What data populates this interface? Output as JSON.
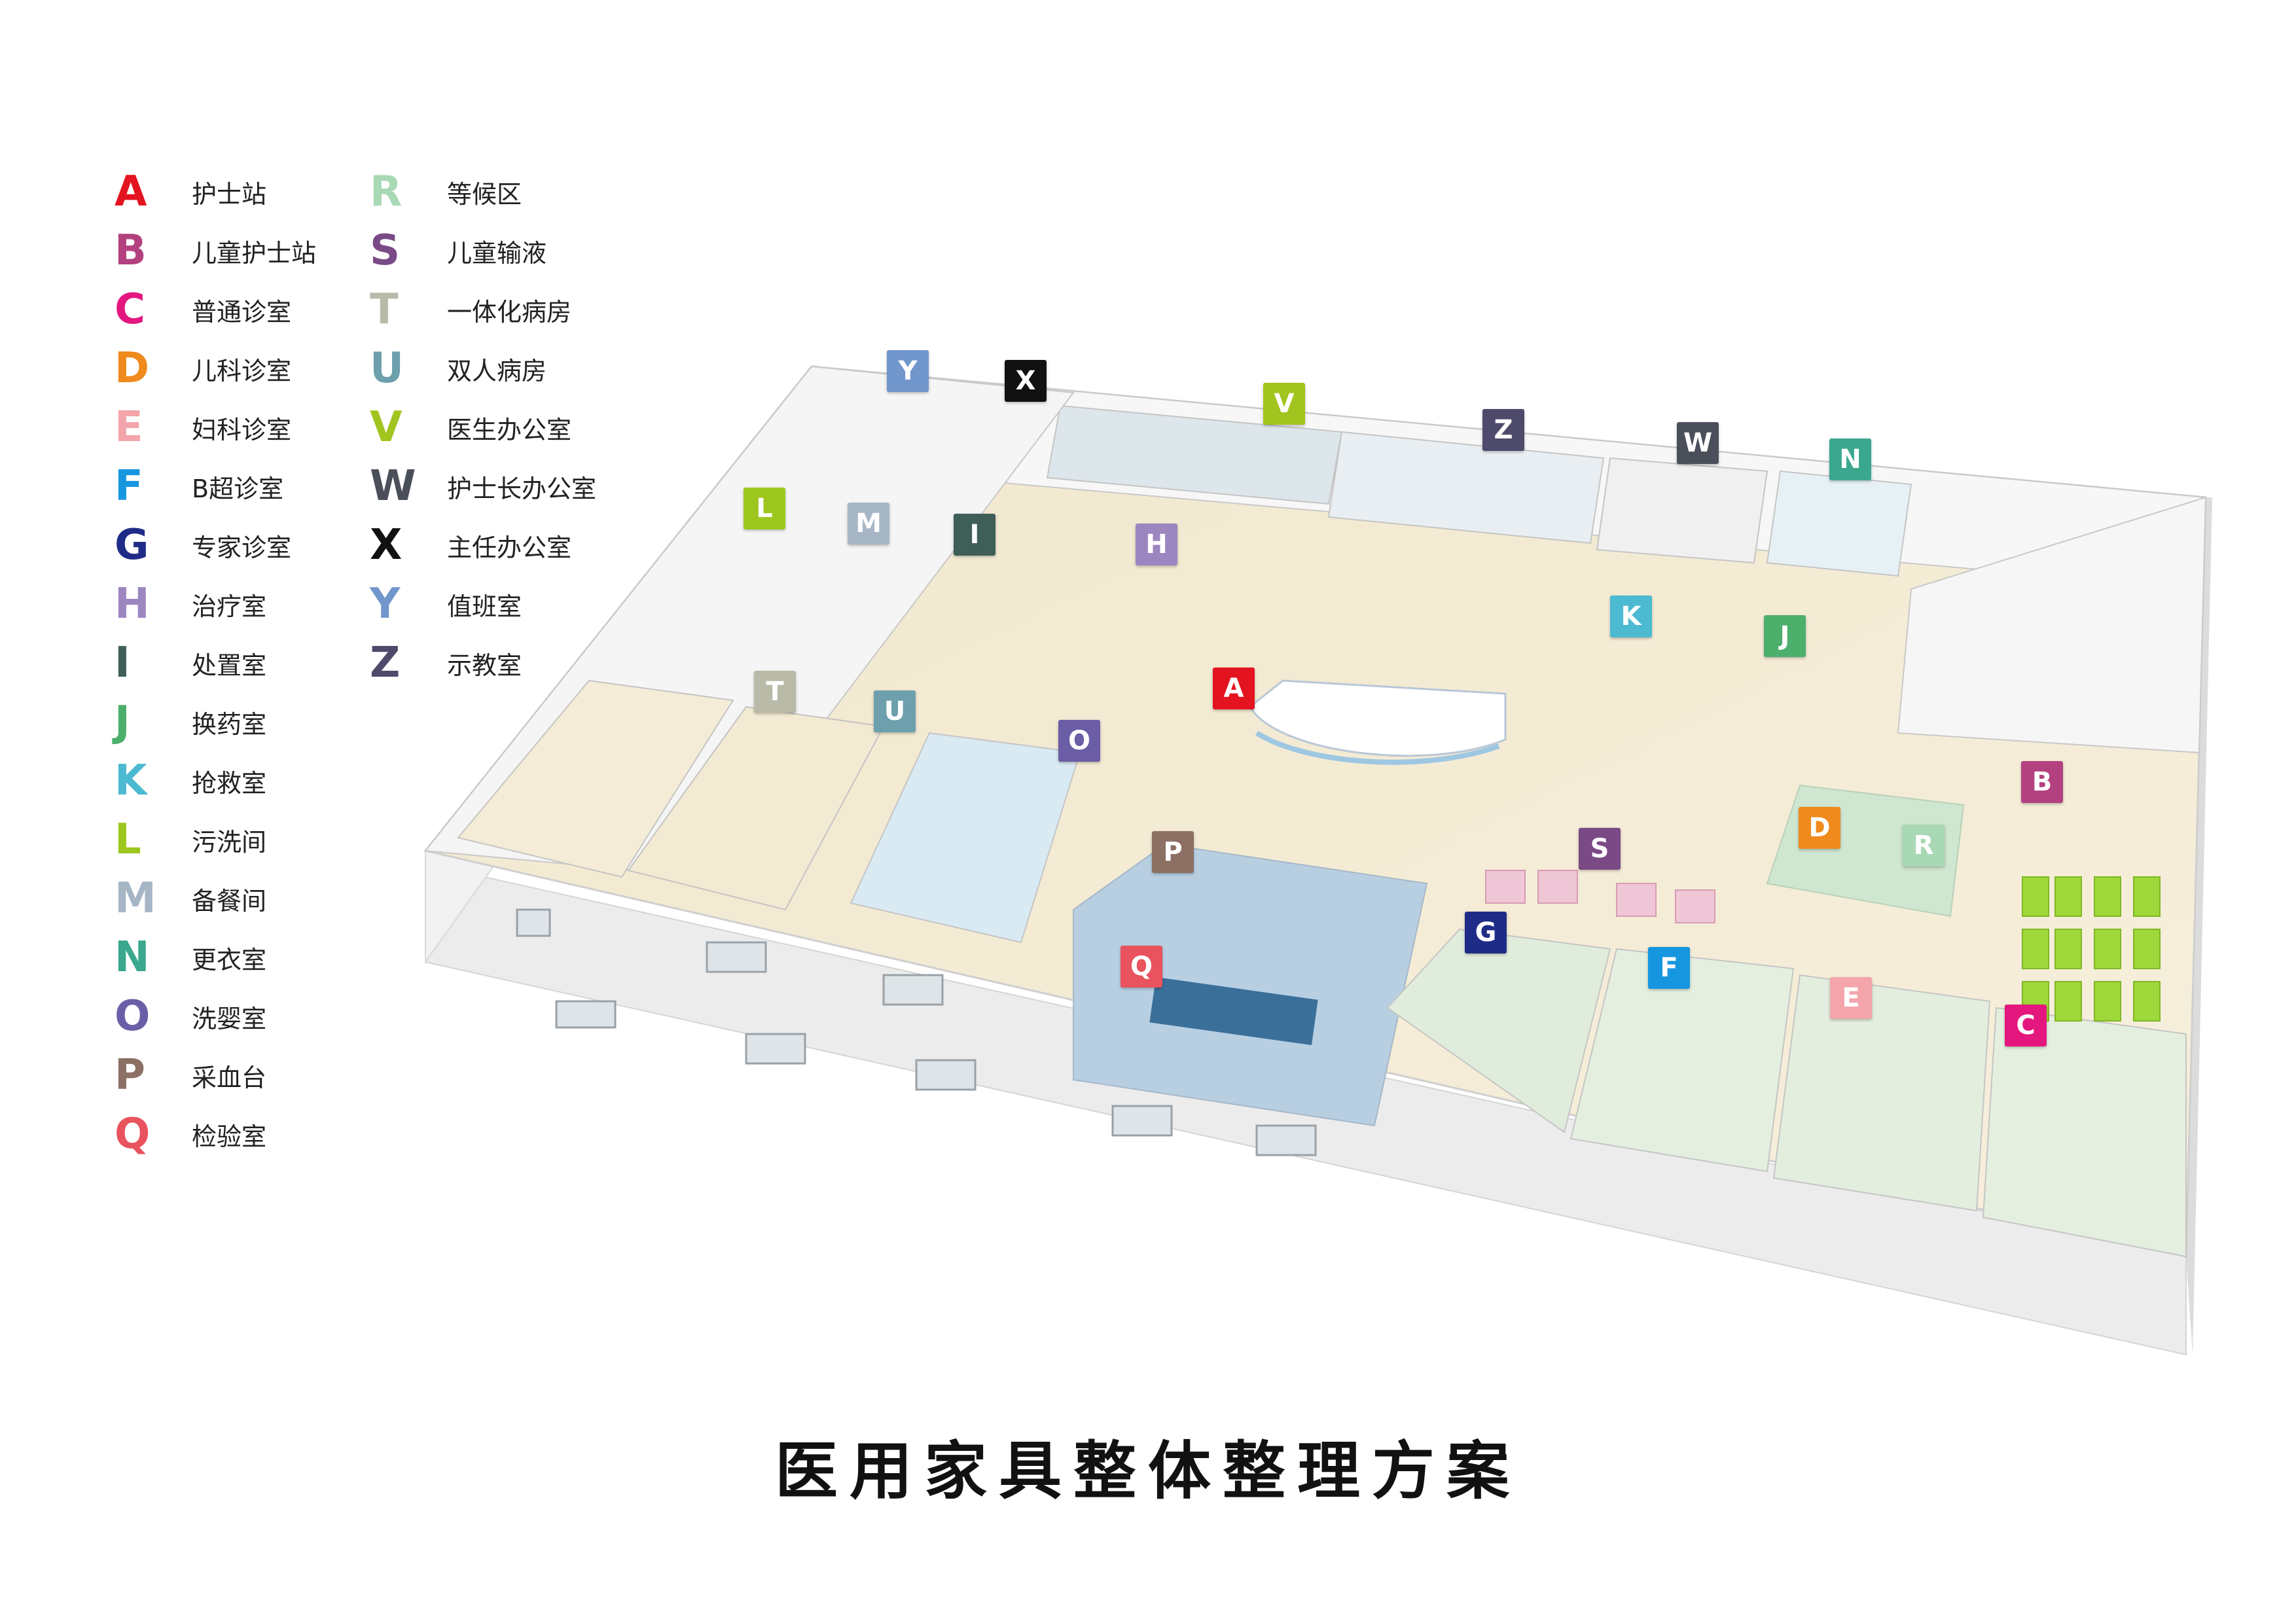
{
  "legend": [
    {
      "letter": "A",
      "label": "护士站",
      "color": "#e3141f"
    },
    {
      "letter": "B",
      "label": "儿童护士站",
      "color": "#b3417f"
    },
    {
      "letter": "C",
      "label": "普通诊室",
      "color": "#e4177f"
    },
    {
      "letter": "D",
      "label": "儿科诊室",
      "color": "#ef8a1d"
    },
    {
      "letter": "E",
      "label": "妇科诊室",
      "color": "#f3a5ab"
    },
    {
      "letter": "F",
      "label": "B超诊室",
      "color": "#1696df"
    },
    {
      "letter": "G",
      "label": "专家诊室",
      "color": "#1f2c87"
    },
    {
      "letter": "H",
      "label": "治疗室",
      "color": "#9c86c0"
    },
    {
      "letter": "I",
      "label": "处置室",
      "color": "#3f5e58"
    },
    {
      "letter": "J",
      "label": "换药室",
      "color": "#4caf6c"
    },
    {
      "letter": "K",
      "label": "抢救室",
      "color": "#4cbad1"
    },
    {
      "letter": "L",
      "label": "污洗间",
      "color": "#9dc71f"
    },
    {
      "letter": "M",
      "label": "备餐间",
      "color": "#a7b6c5"
    },
    {
      "letter": "N",
      "label": "更衣室",
      "color": "#3aa78e"
    },
    {
      "letter": "O",
      "label": "洗婴室",
      "color": "#6c5ea6"
    },
    {
      "letter": "P",
      "label": "采血台",
      "color": "#8c7063"
    },
    {
      "letter": "Q",
      "label": "检验室",
      "color": "#e8535e"
    },
    {
      "letter": "R",
      "label": "等候区",
      "color": "#a8d8b4"
    },
    {
      "letter": "S",
      "label": "儿童输液",
      "color": "#7a4a86"
    },
    {
      "letter": "T",
      "label": "一体化病房",
      "color": "#b9baa7"
    },
    {
      "letter": "U",
      "label": "双人病房",
      "color": "#6d9fad"
    },
    {
      "letter": "V",
      "label": "医生办公室",
      "color": "#a2c41e"
    },
    {
      "letter": "W",
      "label": "护士长办公室",
      "color": "#4a4f5a"
    },
    {
      "letter": "X",
      "label": "主任办公室",
      "color": "#111111"
    },
    {
      "letter": "Y",
      "label": "值班室",
      "color": "#7196cc"
    },
    {
      "letter": "Z",
      "label": "示教室",
      "color": "#4e4a6b"
    }
  ],
  "markers": [
    "Y",
    "X",
    "V",
    "Z",
    "W",
    "N",
    "L",
    "M",
    "I",
    "H",
    "K",
    "J",
    "A",
    "T",
    "U",
    "O",
    "B",
    "D",
    "S",
    "R",
    "P",
    "G",
    "F",
    "Q",
    "E",
    "C"
  ],
  "title": "医用家具整体整理方案"
}
